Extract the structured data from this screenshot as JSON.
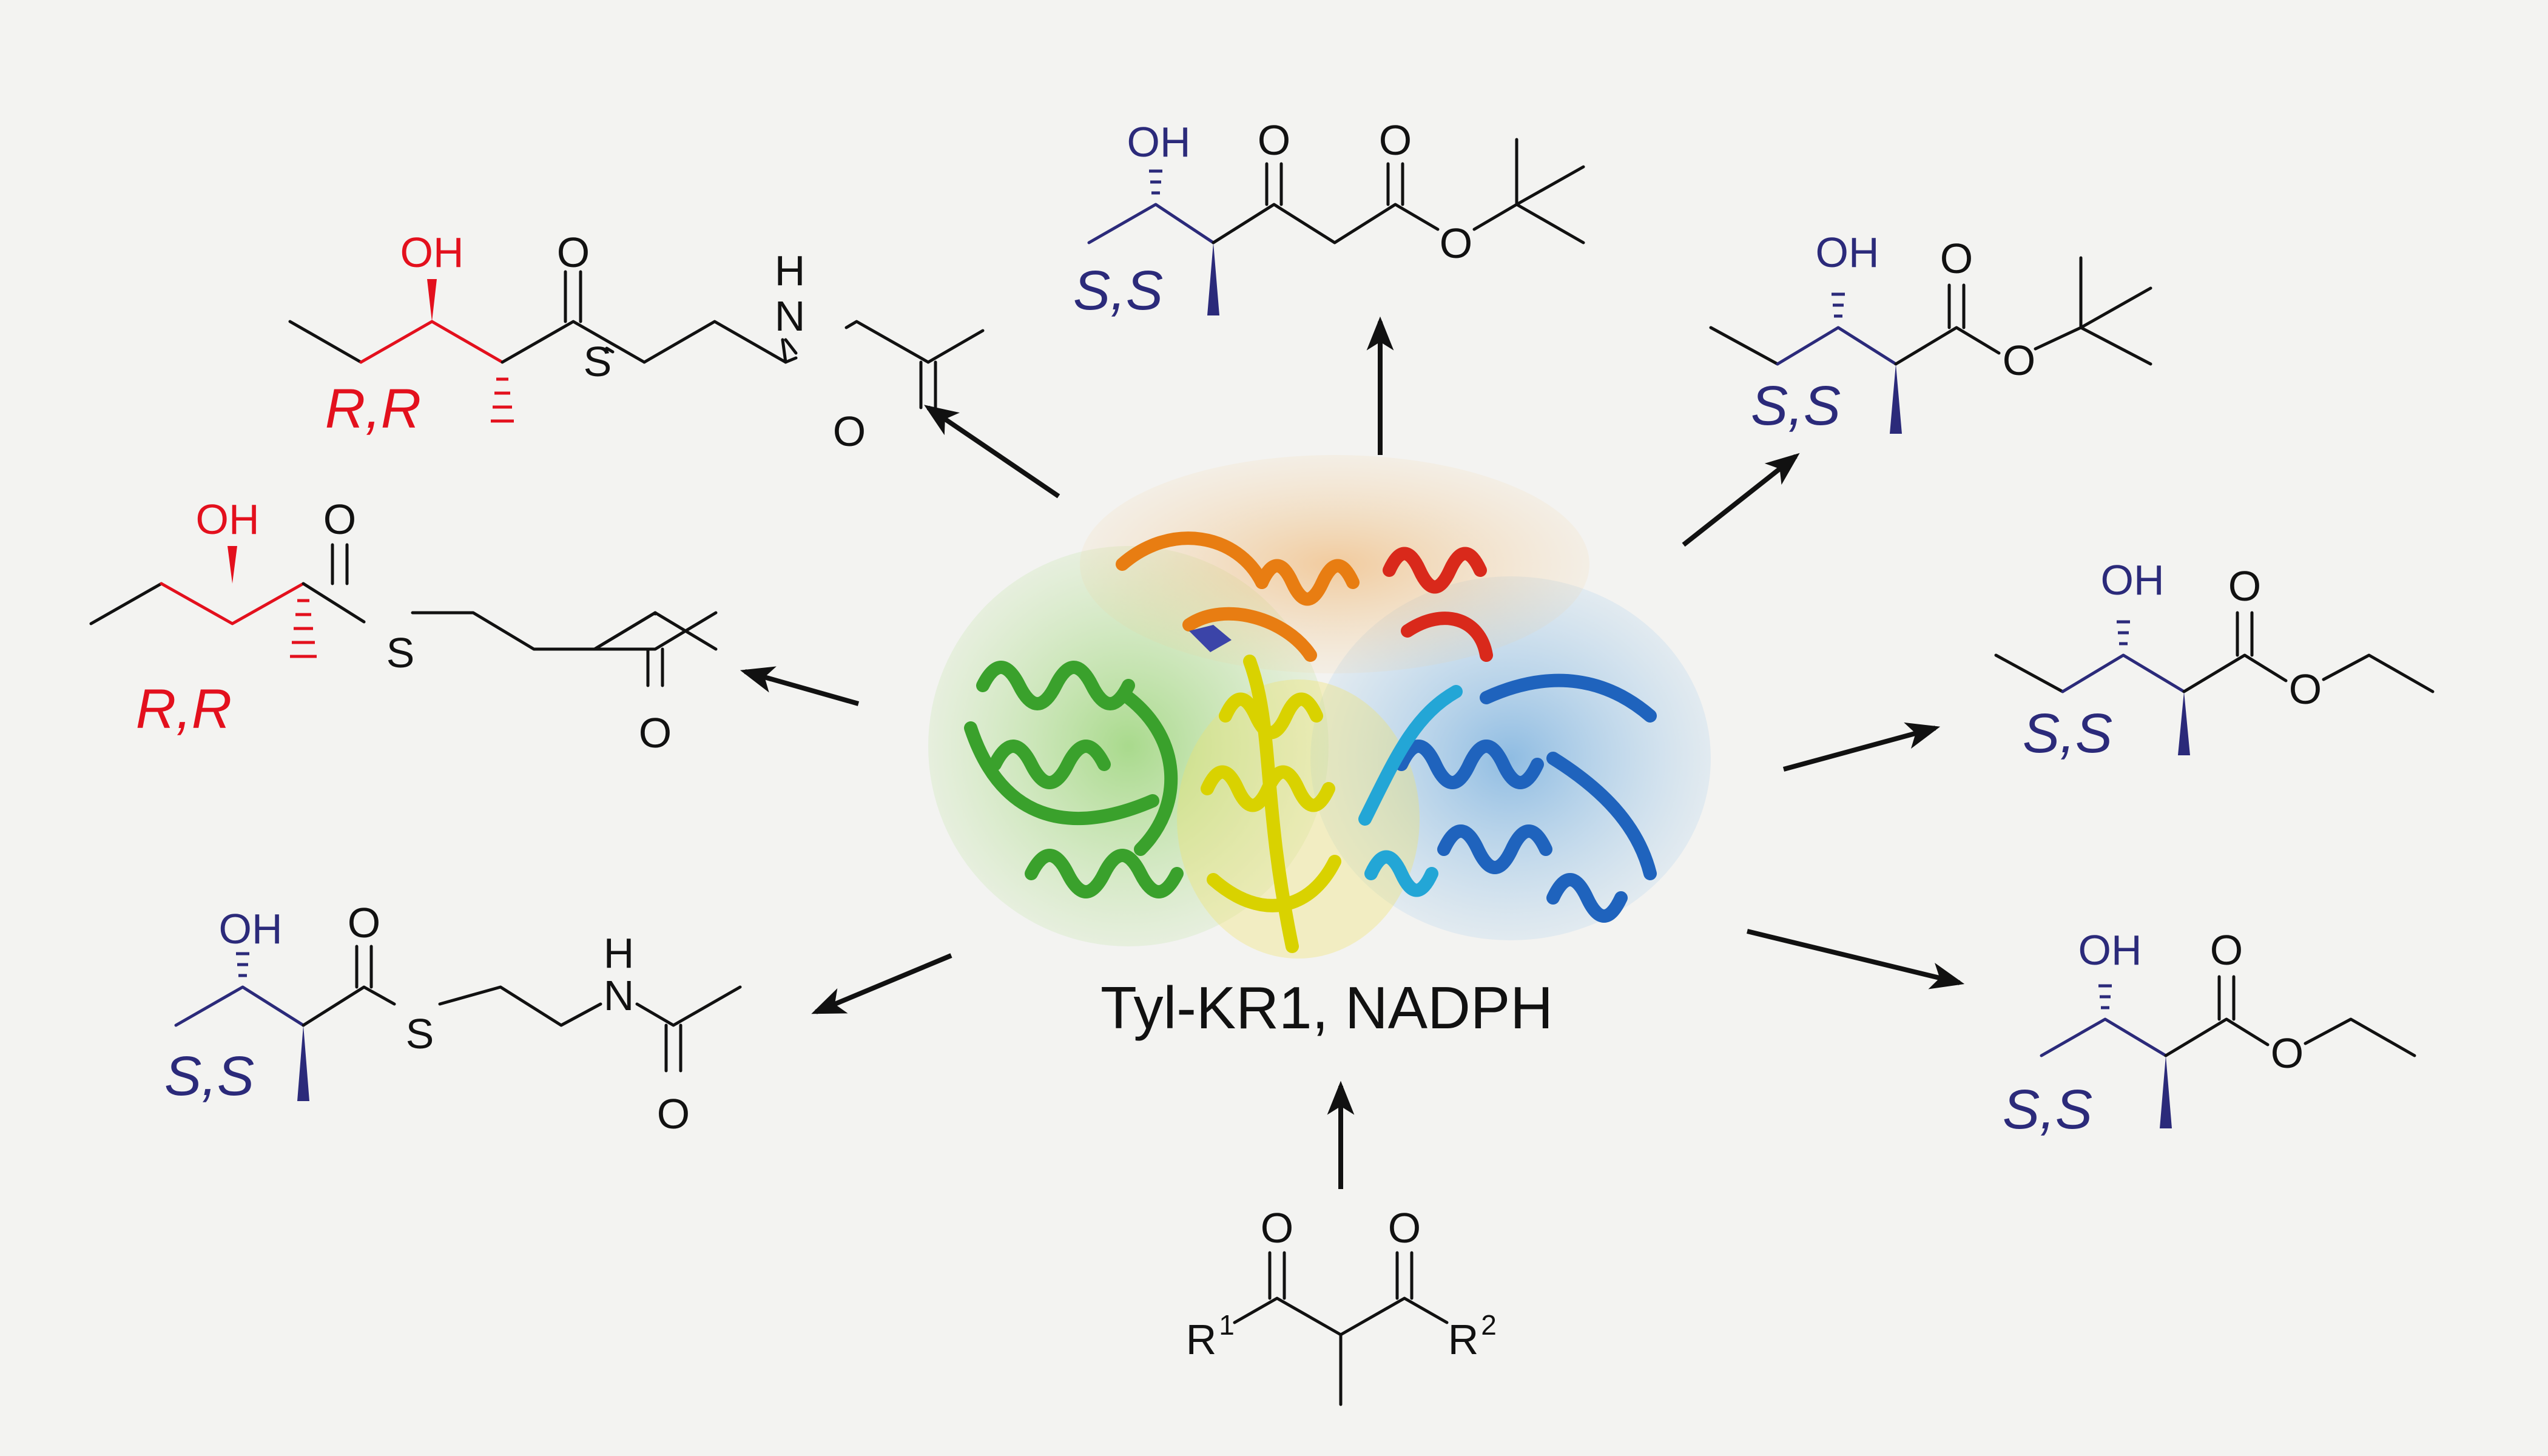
{
  "colors": {
    "background": "#f3f3f1",
    "black": "#111111",
    "red_rr": "#e3101d",
    "blue_ss": "#2b2a7a"
  },
  "center": {
    "label": "Tyl-KR1, NADPH",
    "image": "protein-ribbon-structure"
  },
  "atoms": {
    "OH": "OH",
    "O": "O",
    "S": "S",
    "H": "H",
    "N": "N",
    "R1": "R",
    "R2": "R",
    "sup1": "1",
    "sup2": "2"
  },
  "labels": {
    "rr": "R,R",
    "ss": "S,S"
  },
  "products": [
    {
      "stereo": "R,R",
      "group": "NAC thioester"
    },
    {
      "stereo": "R,R",
      "group": "pentanone thioester"
    },
    {
      "stereo": "S,S",
      "group": "NAC thioester"
    },
    {
      "stereo": "S,S",
      "group": "tert-butyl keto ester"
    },
    {
      "stereo": "S,S",
      "group": "tert-butyl ester"
    },
    {
      "stereo": "S,S",
      "group": "ethyl ester"
    },
    {
      "stereo": "S,S",
      "group": "ethyl ester"
    }
  ]
}
